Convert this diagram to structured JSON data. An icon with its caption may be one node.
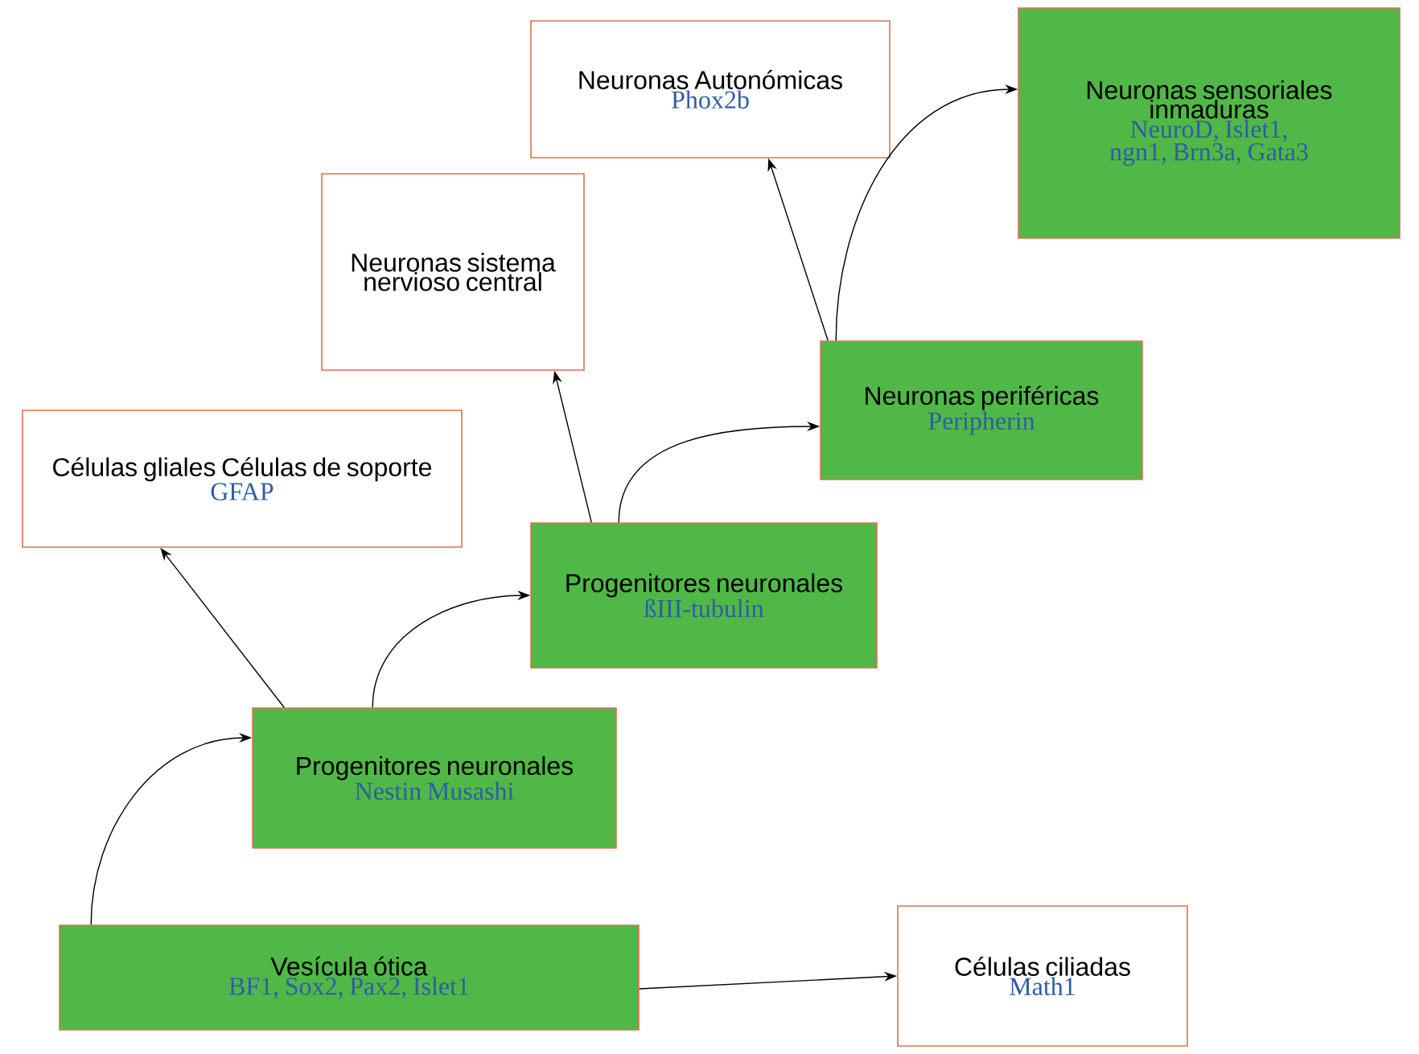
{
  "diagram": {
    "nodes": [
      {
        "text": [
          "Neuronas Autonómicas",
          "Phox2b"
        ]
      },
      {
        "text": [
          "Neuronas sensoriales inmaduras",
          "NeuroD, Islet1, ngn1, Brn3a, Gata3"
        ]
      },
      {
        "text": [
          "Neuronas sistema nervioso central"
        ]
      },
      {
        "text": [
          "Neuronas periféricas",
          "Peripherin"
        ]
      },
      {
        "text": [
          "Células gliales Células de soporte",
          "GFAP"
        ]
      },
      {
        "text": [
          "Progenitores neuronales",
          "ßIII-tubulin"
        ]
      },
      {
        "text": [
          "Progenitores neuronales",
          "Nestin Musashi"
        ]
      },
      {
        "text": [
          "Vesícula ótica",
          "BF1, Sox2, Pax2, Islet1"
        ]
      },
      {
        "text": [
          "Células ciliadas",
          "Math1"
        ]
      }
    ],
    "edges": [
      {
        "from": 7,
        "to": 6,
        "arrow": "to"
      },
      {
        "from": 6,
        "to": 4,
        "arrow": "to"
      },
      {
        "from": 6,
        "to": 5,
        "arrow": "to"
      },
      {
        "from": 5,
        "to": 2,
        "arrow": "to"
      },
      {
        "from": 5,
        "to": 3,
        "arrow": "to"
      },
      {
        "from": 3,
        "to": 0,
        "arrow": "to"
      },
      {
        "from": 3,
        "to": 1,
        "arrow": "to"
      },
      {
        "from": 7,
        "to": 8,
        "arrow": "to"
      }
    ]
  }
}
